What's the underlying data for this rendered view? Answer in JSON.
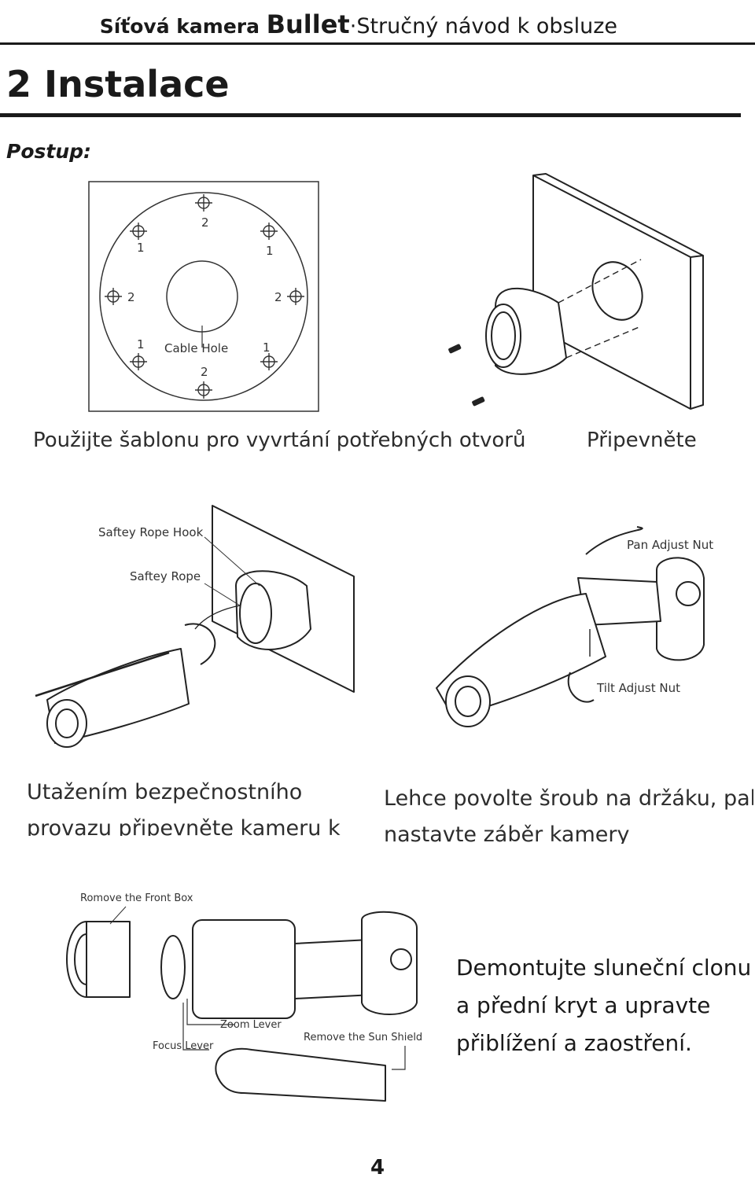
{
  "header": {
    "brand": "Síťová kamera",
    "product": "Bullet",
    "separator": "·",
    "subtitle": "Stručný návod k obsluze"
  },
  "chapter_title": "2 Instalace",
  "procedure_label": "Postup:",
  "template_figure": {
    "labels": {
      "hole_1": "1",
      "hole_2": "2",
      "cable_hole": "Cable Hole"
    },
    "caption": "Použijte šablonu pro vyvrtání potřebných otvorů"
  },
  "mount_figure": {
    "caption": "Připevněte"
  },
  "rope_figure": {
    "label_hook": "Saftey Rope Hook",
    "label_rope": "Saftey Rope",
    "caption_line1": "Utažením bezpečnostního",
    "caption_line2": "provazu připevněte kameru k"
  },
  "adjust_figure": {
    "label_pan": "Pan Adjust Nut",
    "label_tilt": "Tilt Adjust Nut",
    "caption_line1": "Lehce povolte šroub na držáku, pak",
    "caption_line2": "nastavte záběr kamery"
  },
  "lens_figure": {
    "label_front_box": "Romove the Front Box",
    "label_zoom": "Zoom Lever",
    "label_focus": "Focus Lever",
    "label_sun_shield": "Remove the Sun Shield",
    "side_text_line1": "Demontujte sluneční clonu",
    "side_text_line2": "a přední kryt a upravte",
    "side_text_line3": "přiblížení a zaostření."
  },
  "page_number": "4"
}
